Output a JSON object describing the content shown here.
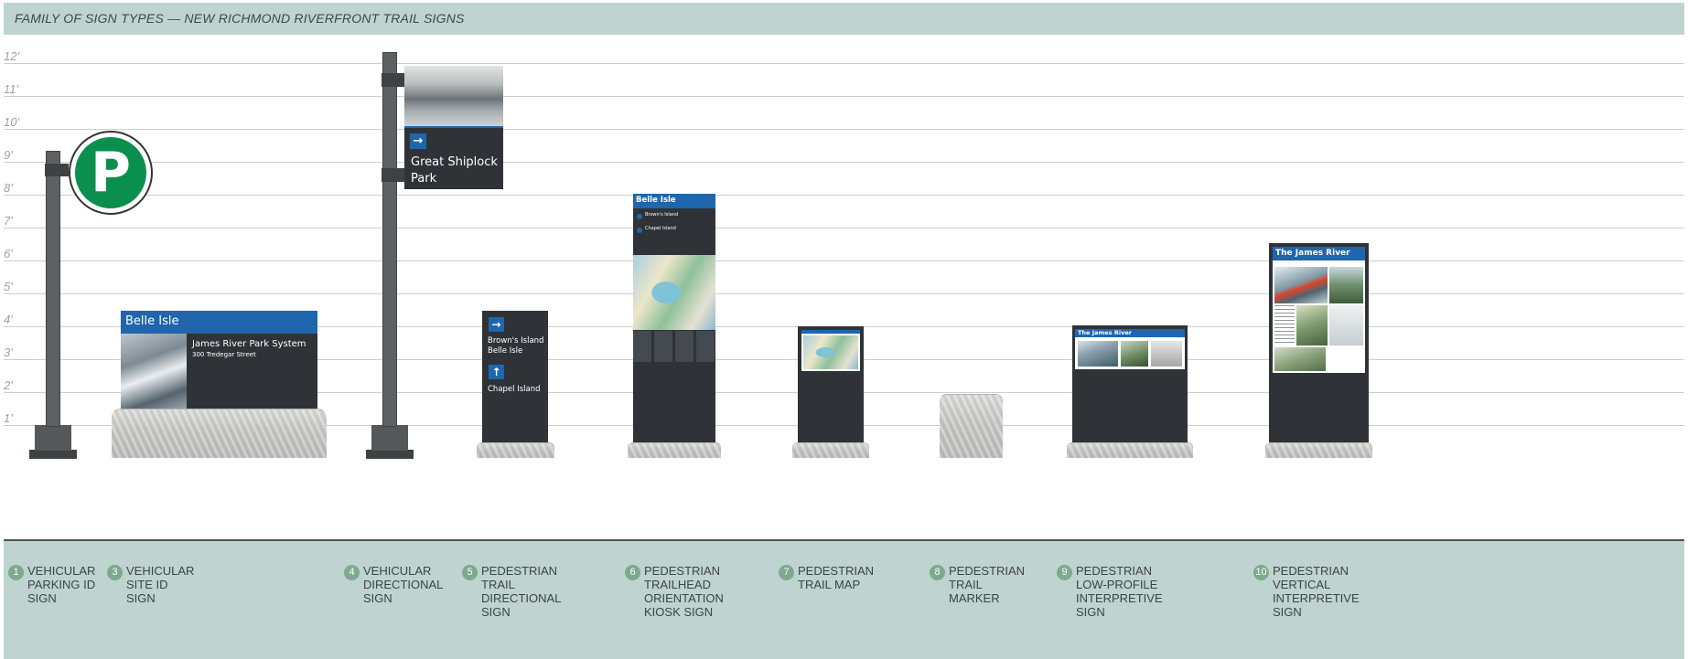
{
  "header": {
    "title": "FAMILY OF SIGN TYPES — NEW RICHMOND RIVERFRONT TRAIL SIGNS"
  },
  "height_scale": [
    "12'",
    "11'",
    "10'",
    "9'",
    "8'",
    "7'",
    "6'",
    "5'",
    "4'",
    "3'",
    "2'",
    "1'"
  ],
  "signs": {
    "parking": {
      "letter": "P"
    },
    "site_id": {
      "title": "Belle Isle",
      "subtitle": "James River Park System",
      "address": "300 Tredegar Street"
    },
    "directional": {
      "arrow": "→",
      "line1": "Great Shiplock",
      "line2": "Park"
    },
    "trail_directional": {
      "arrow1": "→",
      "dest1_line1": "Brown's Island",
      "dest1_line2": "Belle Isle",
      "arrow2": "↑",
      "dest2": "Chapel Island"
    },
    "kiosk": {
      "title": "Belle Isle",
      "dest1": "Brown's Island",
      "dest2": "Chapel Island"
    },
    "low_profile": {
      "title": "The James River"
    },
    "vertical": {
      "title": "The James River"
    }
  },
  "labels": [
    {
      "number": "1",
      "text": "VEHICULAR\nPARKING ID\nSIGN"
    },
    {
      "number": "3",
      "text": "VEHICULAR SITE ID SIGN"
    },
    {
      "number": "4",
      "text": "VEHICULAR\nDIRECTIONAL\nSIGN"
    },
    {
      "number": "5",
      "text": "PEDESTRIAN\nTRAIL DIRECTIONAL SIGN"
    },
    {
      "number": "6",
      "text": "PEDESTRIAN TRAILHEAD\nORIENTATION KIOSK SIGN"
    },
    {
      "number": "7",
      "text": "PEDESTRIAN\nTRAIL MAP"
    },
    {
      "number": "8",
      "text": "PEDESTRIAN\nTRAIL MARKER"
    },
    {
      "number": "9",
      "text": "PEDESTRIAN LOW-PROFILE\nINTERPRETIVE SIGN"
    },
    {
      "number": "10",
      "text": "PEDESTRIAN VERTICAL\nINTERPRETIVE SIGN"
    }
  ],
  "colors": {
    "brand_blue": "#1f66ad",
    "panel": "#2f3338",
    "parking_green": "#0a8f4f",
    "band": "#bfd3d0",
    "badge": "#7fa98e"
  }
}
